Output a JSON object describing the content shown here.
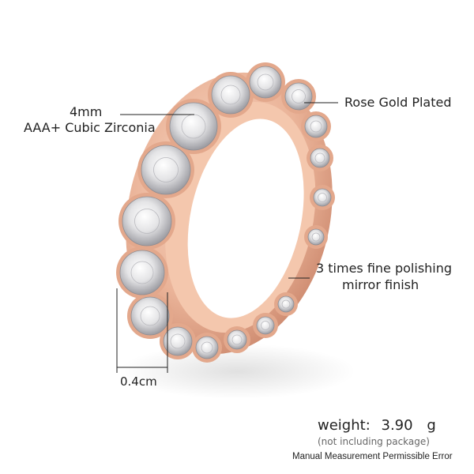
{
  "annotations": {
    "stone_size": "4mm",
    "stone_type": "AAA+ Cubic Zirconia",
    "plating": "Rose Gold Plated",
    "finish_line1": "3 times fine polishing",
    "finish_line2": "mirror finish",
    "width": "0.4cm"
  },
  "specs": {
    "weight_label": "weight:",
    "weight_value": "3.90",
    "weight_unit": "g",
    "weight_note": "(not including package)",
    "disclaimer": "Manual Measurement Permissible Error"
  },
  "colors": {
    "rose_gold": "#e9b296",
    "rose_gold_dark": "#c98469",
    "stone": "#e8e8ea",
    "line": "#222222"
  }
}
